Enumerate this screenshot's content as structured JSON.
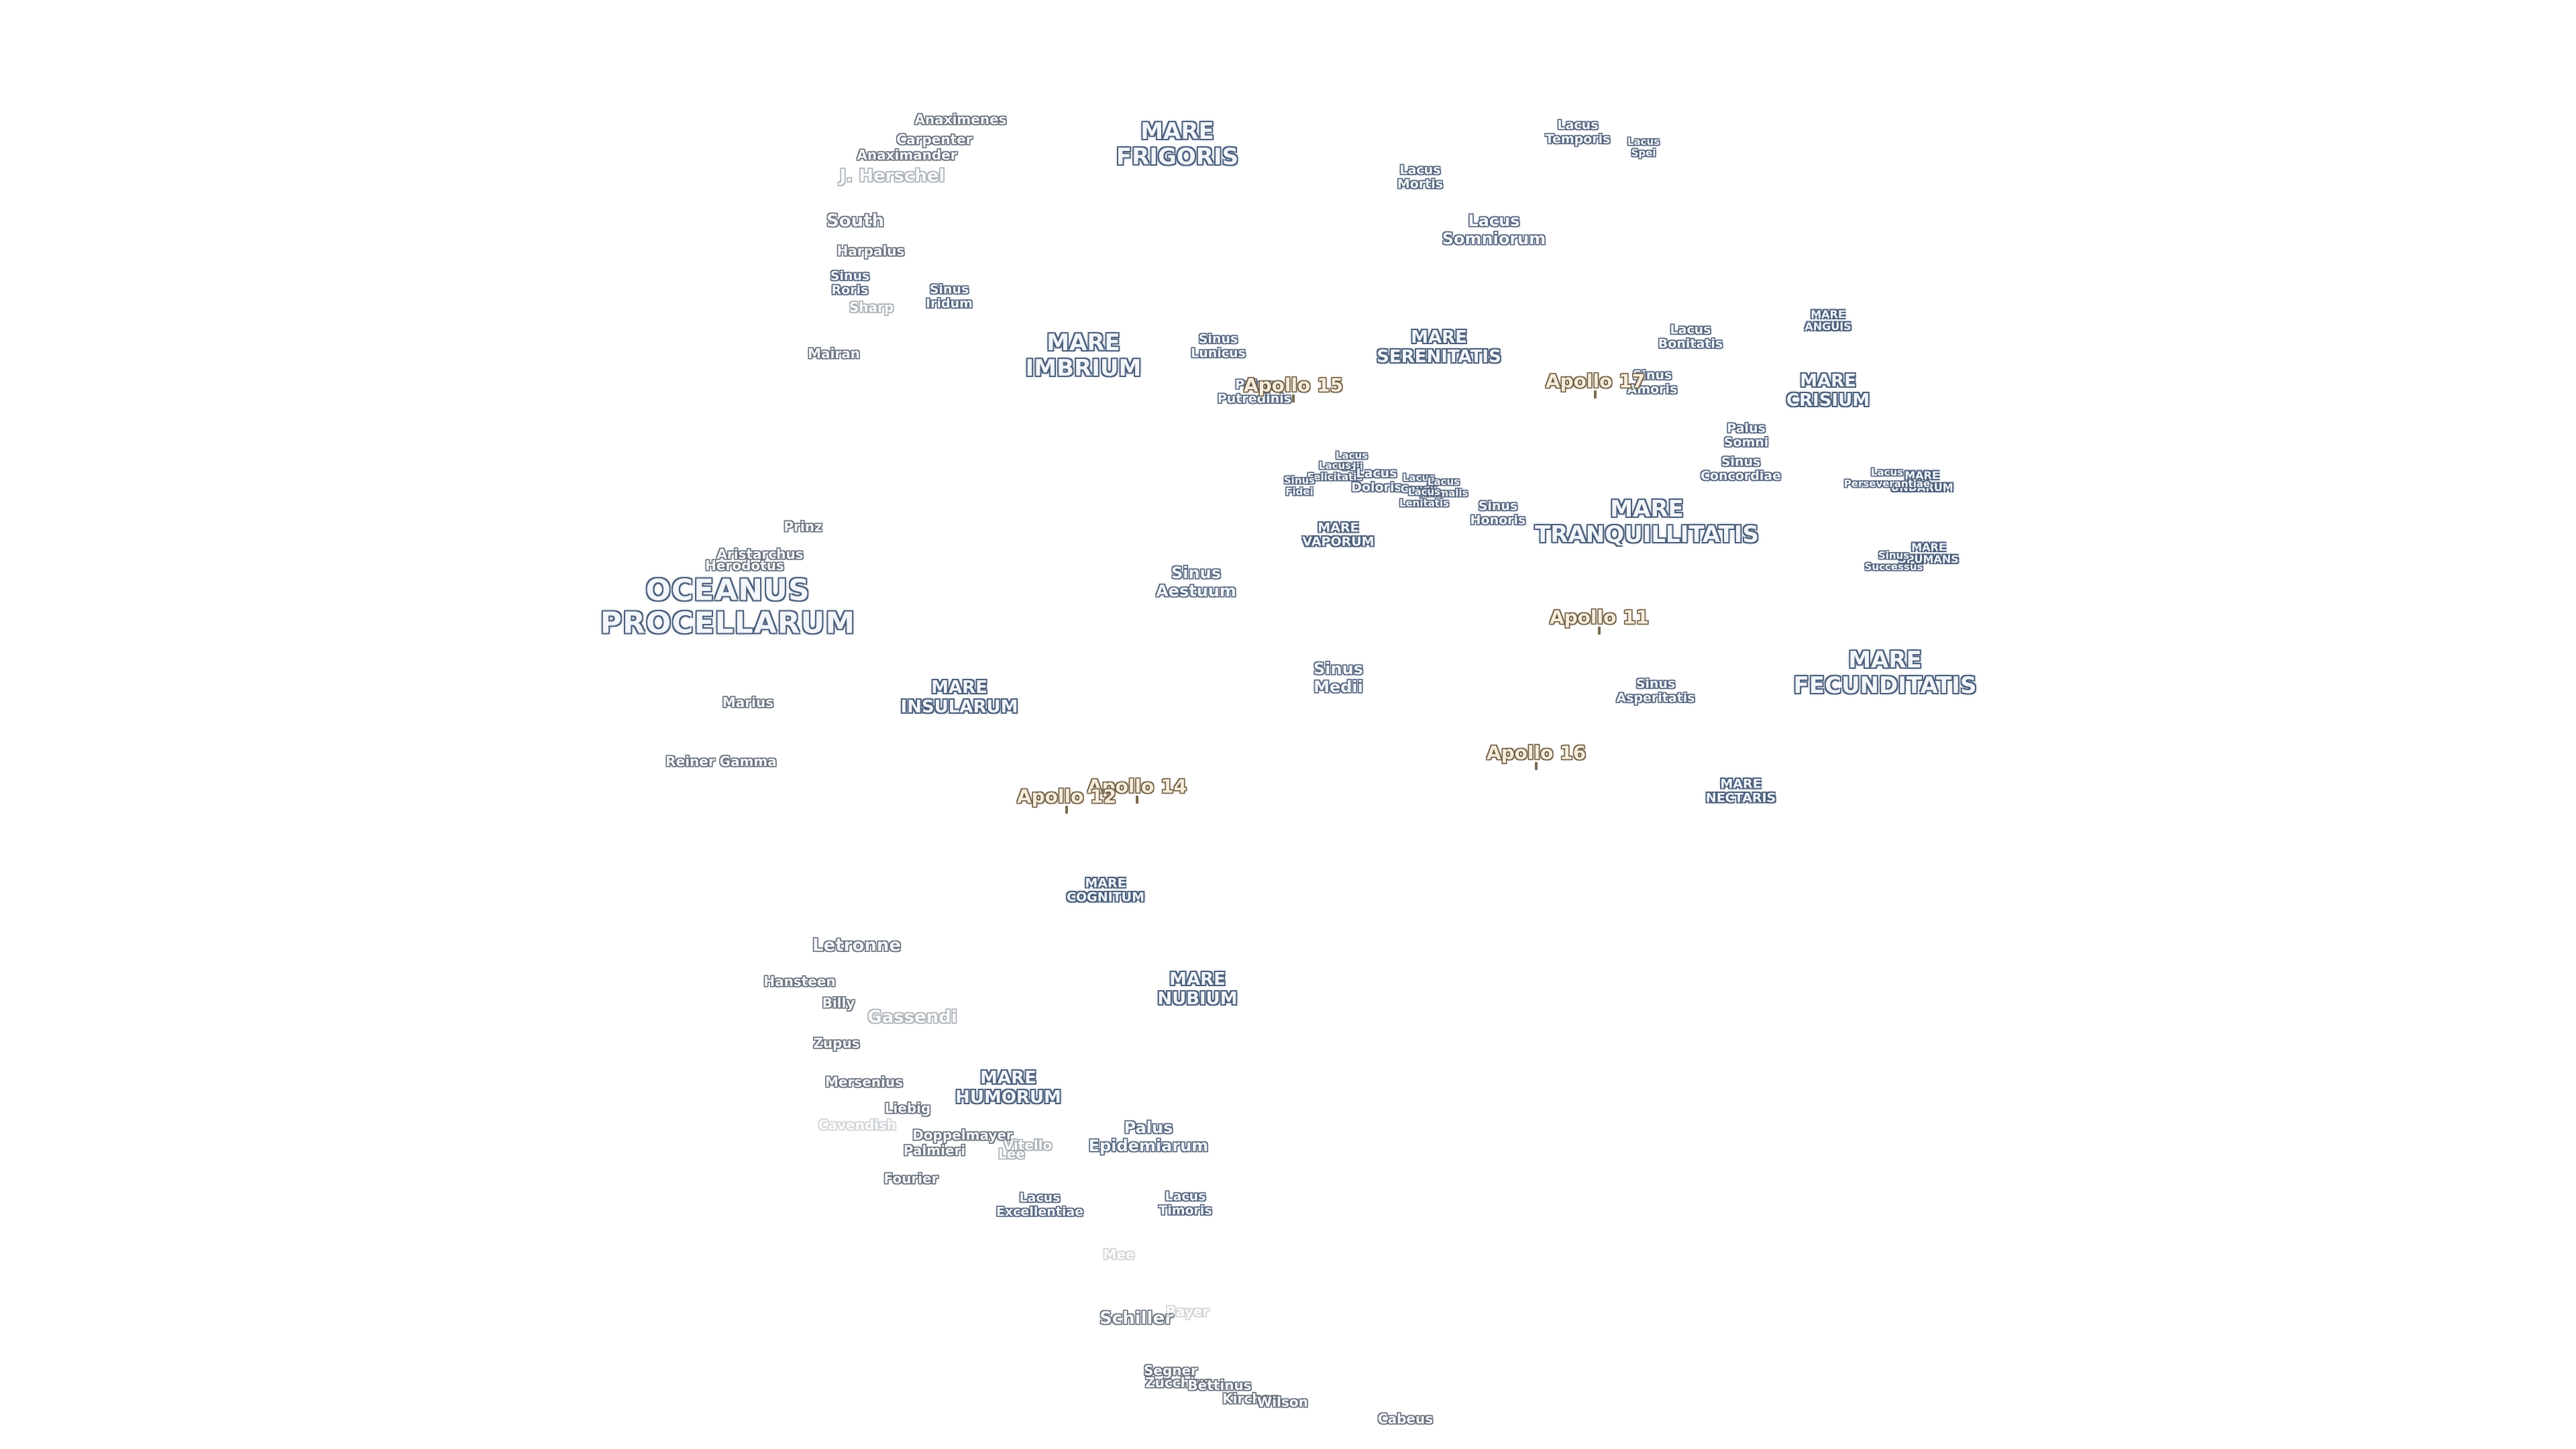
{
  "map": {
    "maria": [
      {
        "name": "OCEANUS\nPROCELLARUM",
        "size": "xl"
      },
      {
        "name": "MARE\nFRIGORIS",
        "size": "l"
      },
      {
        "name": "MARE\nIMBRIUM",
        "size": "l"
      },
      {
        "name": "MARE\nSERENITATIS",
        "size": "m"
      },
      {
        "name": "MARE\nTRANQUILLITATIS",
        "size": "l"
      },
      {
        "name": "MARE\nCRISIUM",
        "size": "m"
      },
      {
        "name": "MARE\nFECUNDITATIS",
        "size": "l"
      },
      {
        "name": "MARE\nNECTARIS",
        "size": "s"
      },
      {
        "name": "MARE\nINSULARUM",
        "size": "m"
      },
      {
        "name": "MARE\nCOGNITUM",
        "size": "s"
      },
      {
        "name": "MARE\nNUBIUM",
        "size": "m"
      },
      {
        "name": "MARE\nHUMORUM",
        "size": "m"
      },
      {
        "name": "MARE\nVAPORUM",
        "size": "s"
      },
      {
        "name": "MARE\nANGUIS",
        "size": "xs"
      },
      {
        "name": "MARE\nUNDARUM",
        "size": "xs"
      },
      {
        "name": "MARE\nSPUMANS",
        "size": "xs"
      }
    ],
    "features": [
      {
        "name": "Lacus\nTemporis",
        "size": "m"
      },
      {
        "name": "Lacus\nSpei",
        "size": "s"
      },
      {
        "name": "Lacus\nMortis",
        "size": "m"
      },
      {
        "name": "Lacus\nSomniorum",
        "size": "l"
      },
      {
        "name": "Sinus\nIridum",
        "size": "m"
      },
      {
        "name": "Sinus\nRoris",
        "size": "m"
      },
      {
        "name": "Sinus\nLunicus",
        "size": "m"
      },
      {
        "name": "Palus\nPutredinis",
        "size": "m"
      },
      {
        "name": "Lacus\nBonitatis",
        "size": "m"
      },
      {
        "name": "Sinus\nAmoris",
        "size": "m"
      },
      {
        "name": "Palus\nSomni",
        "size": "m"
      },
      {
        "name": "Sinus\nConcordiae",
        "size": "m"
      },
      {
        "name": "Lacus\nOdii",
        "size": "s"
      },
      {
        "name": "Lacus\nFelicitatis",
        "size": "s"
      },
      {
        "name": "Lacus\nDoloris",
        "size": "m"
      },
      {
        "name": "Sinus\nFidei",
        "size": "s"
      },
      {
        "name": "Lacus\nGaudii",
        "size": "s"
      },
      {
        "name": "Lacus\nHiemalis",
        "size": "s"
      },
      {
        "name": "Lacus\nLenitatis",
        "size": "s"
      },
      {
        "name": "Sinus\nHonoris",
        "size": "m"
      },
      {
        "name": "Lacus\nPerseverantiae",
        "size": "s"
      },
      {
        "name": "Sinus\nSuccessus",
        "size": "s"
      },
      {
        "name": "Sinus\nAestuum",
        "size": "l"
      },
      {
        "name": "Sinus\nMedii",
        "size": "l"
      },
      {
        "name": "Sinus\nAsperitatis",
        "size": "m"
      },
      {
        "name": "Palus\nEpidemiarum",
        "size": "l"
      },
      {
        "name": "Lacus\nExcellentiae",
        "size": "m"
      },
      {
        "name": "Lacus\nTimoris",
        "size": "m"
      }
    ],
    "craters": [
      {
        "name": "Anaximenes",
        "size": "m",
        "tone": "normal"
      },
      {
        "name": "Carpenter",
        "size": "m",
        "tone": "normal"
      },
      {
        "name": "Anaximander",
        "size": "m",
        "tone": "normal"
      },
      {
        "name": "J. Herschel",
        "size": "l",
        "tone": "faint"
      },
      {
        "name": "South",
        "size": "l",
        "tone": "normal"
      },
      {
        "name": "Harpalus",
        "size": "m",
        "tone": "normal"
      },
      {
        "name": "Sharp",
        "size": "m",
        "tone": "faint"
      },
      {
        "name": "Mairan",
        "size": "m",
        "tone": "normal"
      },
      {
        "name": "Prinz",
        "size": "m",
        "tone": "normal"
      },
      {
        "name": "Aristarchus",
        "size": "m",
        "tone": "normal"
      },
      {
        "name": "Herodotus",
        "size": "m",
        "tone": "normal"
      },
      {
        "name": "Marius",
        "size": "m",
        "tone": "normal"
      },
      {
        "name": "Reiner Gamma",
        "size": "m",
        "tone": "normal"
      },
      {
        "name": "Letronne",
        "size": "l",
        "tone": "normal"
      },
      {
        "name": "Hansteen",
        "size": "m",
        "tone": "normal"
      },
      {
        "name": "Billy",
        "size": "m",
        "tone": "normal"
      },
      {
        "name": "Gassendi",
        "size": "l",
        "tone": "faint"
      },
      {
        "name": "Zupus",
        "size": "m",
        "tone": "normal"
      },
      {
        "name": "Mersenius",
        "size": "m",
        "tone": "normal"
      },
      {
        "name": "Liebig",
        "size": "m",
        "tone": "normal"
      },
      {
        "name": "Cavendish",
        "size": "m",
        "tone": "fainter"
      },
      {
        "name": "Doppelmayer",
        "size": "m",
        "tone": "normal"
      },
      {
        "name": "Vitello",
        "size": "m",
        "tone": "faint"
      },
      {
        "name": "Palmieri",
        "size": "m",
        "tone": "normal"
      },
      {
        "name": "Lee",
        "size": "m",
        "tone": "faint"
      },
      {
        "name": "Fourier",
        "size": "m",
        "tone": "normal"
      },
      {
        "name": "Mee",
        "size": "m",
        "tone": "fainter"
      },
      {
        "name": "Schiller",
        "size": "l",
        "tone": "normal"
      },
      {
        "name": "Bayer",
        "size": "m",
        "tone": "fainter"
      },
      {
        "name": "Segner",
        "size": "m",
        "tone": "normal"
      },
      {
        "name": "Zucchius",
        "size": "m",
        "tone": "normal"
      },
      {
        "name": "Bettinus",
        "size": "m",
        "tone": "normal"
      },
      {
        "name": "Kircher",
        "size": "m",
        "tone": "normal"
      },
      {
        "name": "Wilson",
        "size": "m",
        "tone": "normal"
      },
      {
        "name": "Cabeus",
        "size": "m",
        "tone": "normal"
      }
    ],
    "landing_sites": [
      {
        "name": "Apollo 15"
      },
      {
        "name": "Apollo 17"
      },
      {
        "name": "Apollo 11"
      },
      {
        "name": "Apollo 16"
      },
      {
        "name": "Apollo 14"
      },
      {
        "name": "Apollo 12"
      }
    ]
  }
}
